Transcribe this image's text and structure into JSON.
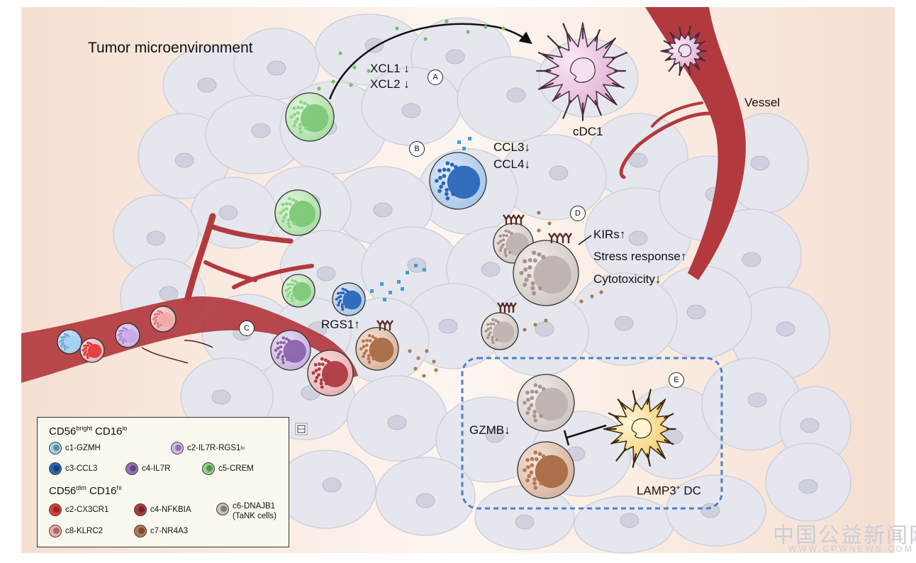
{
  "title": "Tumor microenvironment",
  "labels": {
    "xcl1": "XCL1 ↓",
    "xcl2": "XCL2 ↓",
    "ccl3": "CCL3↓",
    "ccl4": "CCL4↓",
    "cdc1": "cDC1",
    "vessel": "Vessel",
    "kirs": "KIRs↑",
    "stress": "Stress response↑",
    "cyto": "Cytotoxicity↓",
    "rgs1": "RGS1↑",
    "gzmb": "GZMB↓",
    "lamp3_main": "LAMP3",
    "lamp3_sup": "+",
    "lamp3_rest": " DC"
  },
  "markers": {
    "a": "A",
    "b": "B",
    "c": "C",
    "d": "D",
    "e": "E"
  },
  "legend": {
    "h1_main": "CD56",
    "h1_sup": "bright",
    "h1_mid": "CD16",
    "h1_sup2": "lo",
    "h2_main": "CD56",
    "h2_sup": "dim",
    "h2_mid": "CD16",
    "h2_sup2": "hi",
    "items": [
      {
        "label": "c1-GZMH",
        "color": "#9dd3ee"
      },
      {
        "label": "c2-IL7R-RGS1",
        "sup": "lo",
        "color": "#d7b6f0"
      },
      {
        "label": "c3-CCL3",
        "color": "#2a66b8"
      },
      {
        "label": "c4-IL7R",
        "color": "#9a6fb8"
      },
      {
        "label": "c5-CREM",
        "color": "#8fd48a"
      },
      {
        "label": "c2-CX3CR1",
        "color": "#e23b3b"
      },
      {
        "label": "c4-NFKBIA",
        "color": "#b03a44"
      },
      {
        "label": "c6-DNAJB1",
        "label2": "(TaNK cells)",
        "color": "#c9bfbc"
      },
      {
        "label": "c8-KLRC2",
        "color": "#f4a8a8"
      },
      {
        "label": "c7-NR4A3",
        "color": "#b9764e"
      }
    ]
  },
  "watermark": {
    "cn": "中国公益新闻网",
    "en": "WWW.CPWNEWS.COM"
  },
  "colors": {
    "background": "#fbf0e8",
    "tissue": "#e7e8ef",
    "vessel": "#b23a3e",
    "nk_green": "#8fd48a",
    "nk_blue": "#2a66b8",
    "tank": "#c9bfbc",
    "dc_yellow": "#f8d06a",
    "cdc1_pink": "#e6b8d8",
    "dashed_box": "#4a7fd0"
  }
}
